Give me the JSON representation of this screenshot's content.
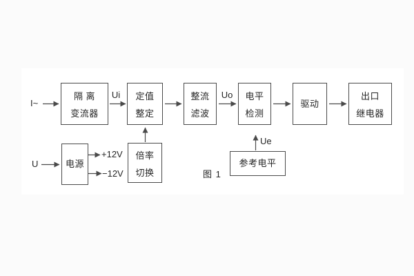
{
  "figure": {
    "caption": "图 1",
    "inputs": {
      "current": "I~",
      "voltage": "U"
    },
    "signals": {
      "ui": "Ui",
      "uo": "Uo",
      "ue": "Ue"
    },
    "power_rails": {
      "positive": "+12V",
      "negative": "−12V"
    },
    "blocks": {
      "isolation": {
        "line1": "隔 离",
        "line2": "变流器"
      },
      "setting": {
        "line1": "定值",
        "line2": "整定"
      },
      "rectify": {
        "line1": "整流",
        "line2": "滤波"
      },
      "level": {
        "line1": "电平",
        "line2": "检测"
      },
      "drive": {
        "line1": "驱动"
      },
      "relay": {
        "line1": "出口",
        "line2": "继电器"
      },
      "power": {
        "line1": "电源"
      },
      "ratio": {
        "line1": "倍率",
        "line2": "切换"
      },
      "reference": {
        "line1": "参考电平"
      }
    },
    "colors": {
      "line": "#4a4a4a",
      "text": "#262626",
      "panel": "#ffffff",
      "page": "#fbfbfb"
    }
  }
}
